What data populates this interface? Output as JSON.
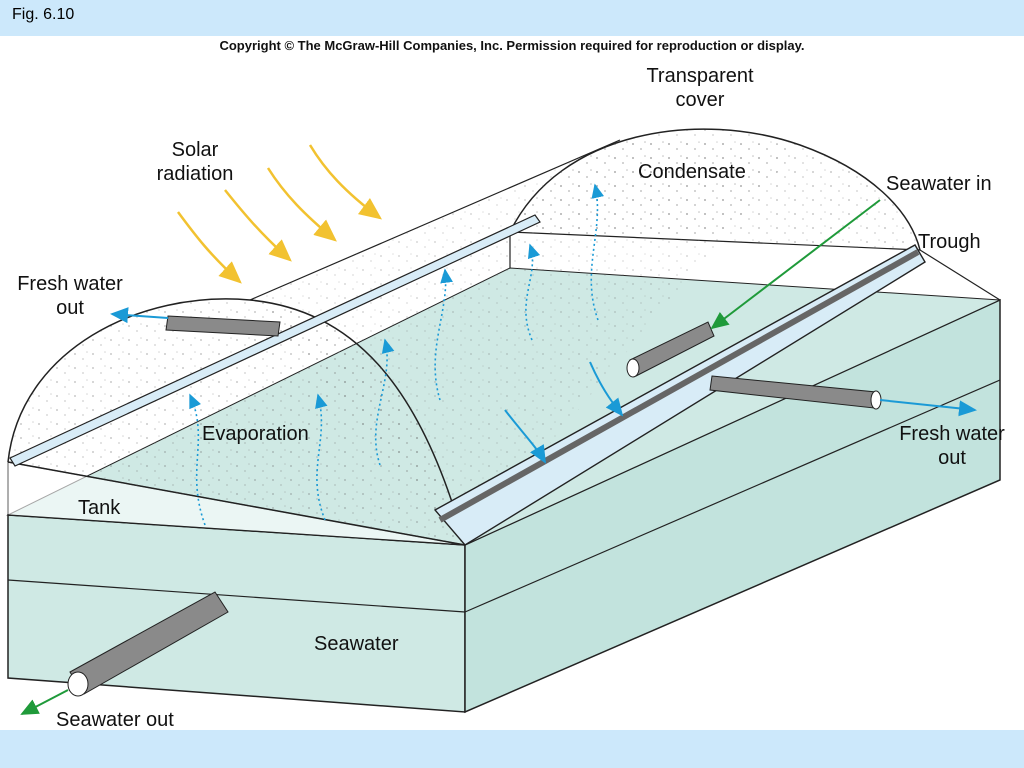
{
  "figure_label": "Fig. 6.10",
  "copyright": "Copyright © The McGraw-Hill Companies, Inc. Permission required for reproduction or display.",
  "labels": {
    "transparent_cover_1": "Transparent",
    "transparent_cover_2": "cover",
    "condensate": "Condensate",
    "seawater_in": "Seawater in",
    "trough": "Trough",
    "solar_radiation_1": "Solar",
    "solar_radiation_2": "radiation",
    "fresh_water_out_left_1": "Fresh water",
    "fresh_water_out_left_2": "out",
    "fresh_water_out_right_1": "Fresh water",
    "fresh_water_out_right_2": "out",
    "evaporation": "Evaporation",
    "tank": "Tank",
    "seawater": "Seawater",
    "seawater_out": "Seawater out"
  },
  "colors": {
    "page_bg": "#cce8fb",
    "water": "#cfe9e4",
    "water_dark": "#b6ddd6",
    "pipe": "#8a8a8a",
    "trough": "#d8ecf7",
    "sun_arrow": "#f2c230",
    "flow_arrow": "#1a9ad6",
    "seawater_in_arrow": "#1f9a3a"
  }
}
